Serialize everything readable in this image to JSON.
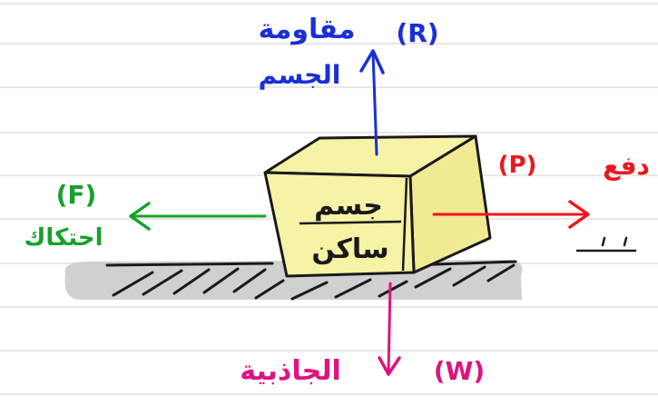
{
  "colors": {
    "rule_line": "#d9d9d9",
    "resistance": "#1a2fd6",
    "push": "#e8191f",
    "friction": "#16a12a",
    "gravity": "#e0127e",
    "box_fill": "#f6f2a6",
    "box_stroke": "#1a1a1a",
    "ground_shadow": "#c8c8c8"
  },
  "forces": {
    "resistance": {
      "symbol": "(R)",
      "label_line1": "مقاومة",
      "label_line2": "الجسم"
    },
    "push": {
      "symbol": "(P)",
      "label": "دفع"
    },
    "friction": {
      "symbol": "(F)",
      "label": "احتكاك"
    },
    "gravity": {
      "symbol": "(W)",
      "label": "الجاذبية"
    }
  },
  "box": {
    "label_line1": "جسم",
    "label_line2": "ساكن"
  }
}
